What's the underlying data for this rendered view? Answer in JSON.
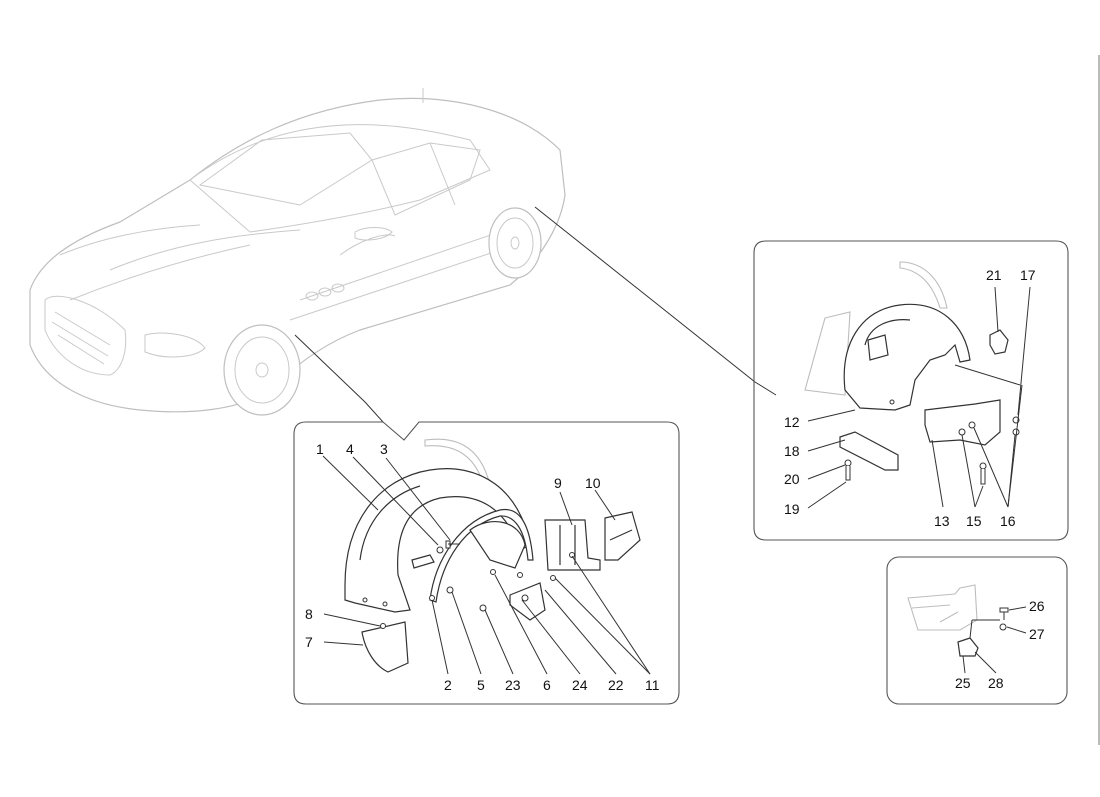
{
  "callouts_main_inset": [
    "1",
    "4",
    "3",
    "9",
    "10",
    "8",
    "7",
    "2",
    "5",
    "23",
    "6",
    "24",
    "22",
    "11"
  ],
  "callouts_rear_inset": [
    "21",
    "17",
    "12",
    "18",
    "20",
    "19",
    "13",
    "15",
    "16"
  ],
  "callouts_small_inset": [
    "26",
    "27",
    "25",
    "28"
  ],
  "labels": {
    "n1": "1",
    "n2": "2",
    "n3": "3",
    "n4": "4",
    "n5": "5",
    "n6": "6",
    "n7": "7",
    "n8": "8",
    "n9": "9",
    "n10": "10",
    "n11": "11",
    "n12": "12",
    "n13": "13",
    "n15": "15",
    "n16": "16",
    "n17": "17",
    "n18": "18",
    "n19": "19",
    "n20": "20",
    "n21": "21",
    "n22": "22",
    "n23": "23",
    "n24": "24",
    "n25": "25",
    "n26": "26",
    "n27": "27",
    "n28": "28"
  },
  "colors": {
    "line": "#333333",
    "ghost": "#bfbfbf",
    "frame": "#555555",
    "background": "#ffffff"
  }
}
